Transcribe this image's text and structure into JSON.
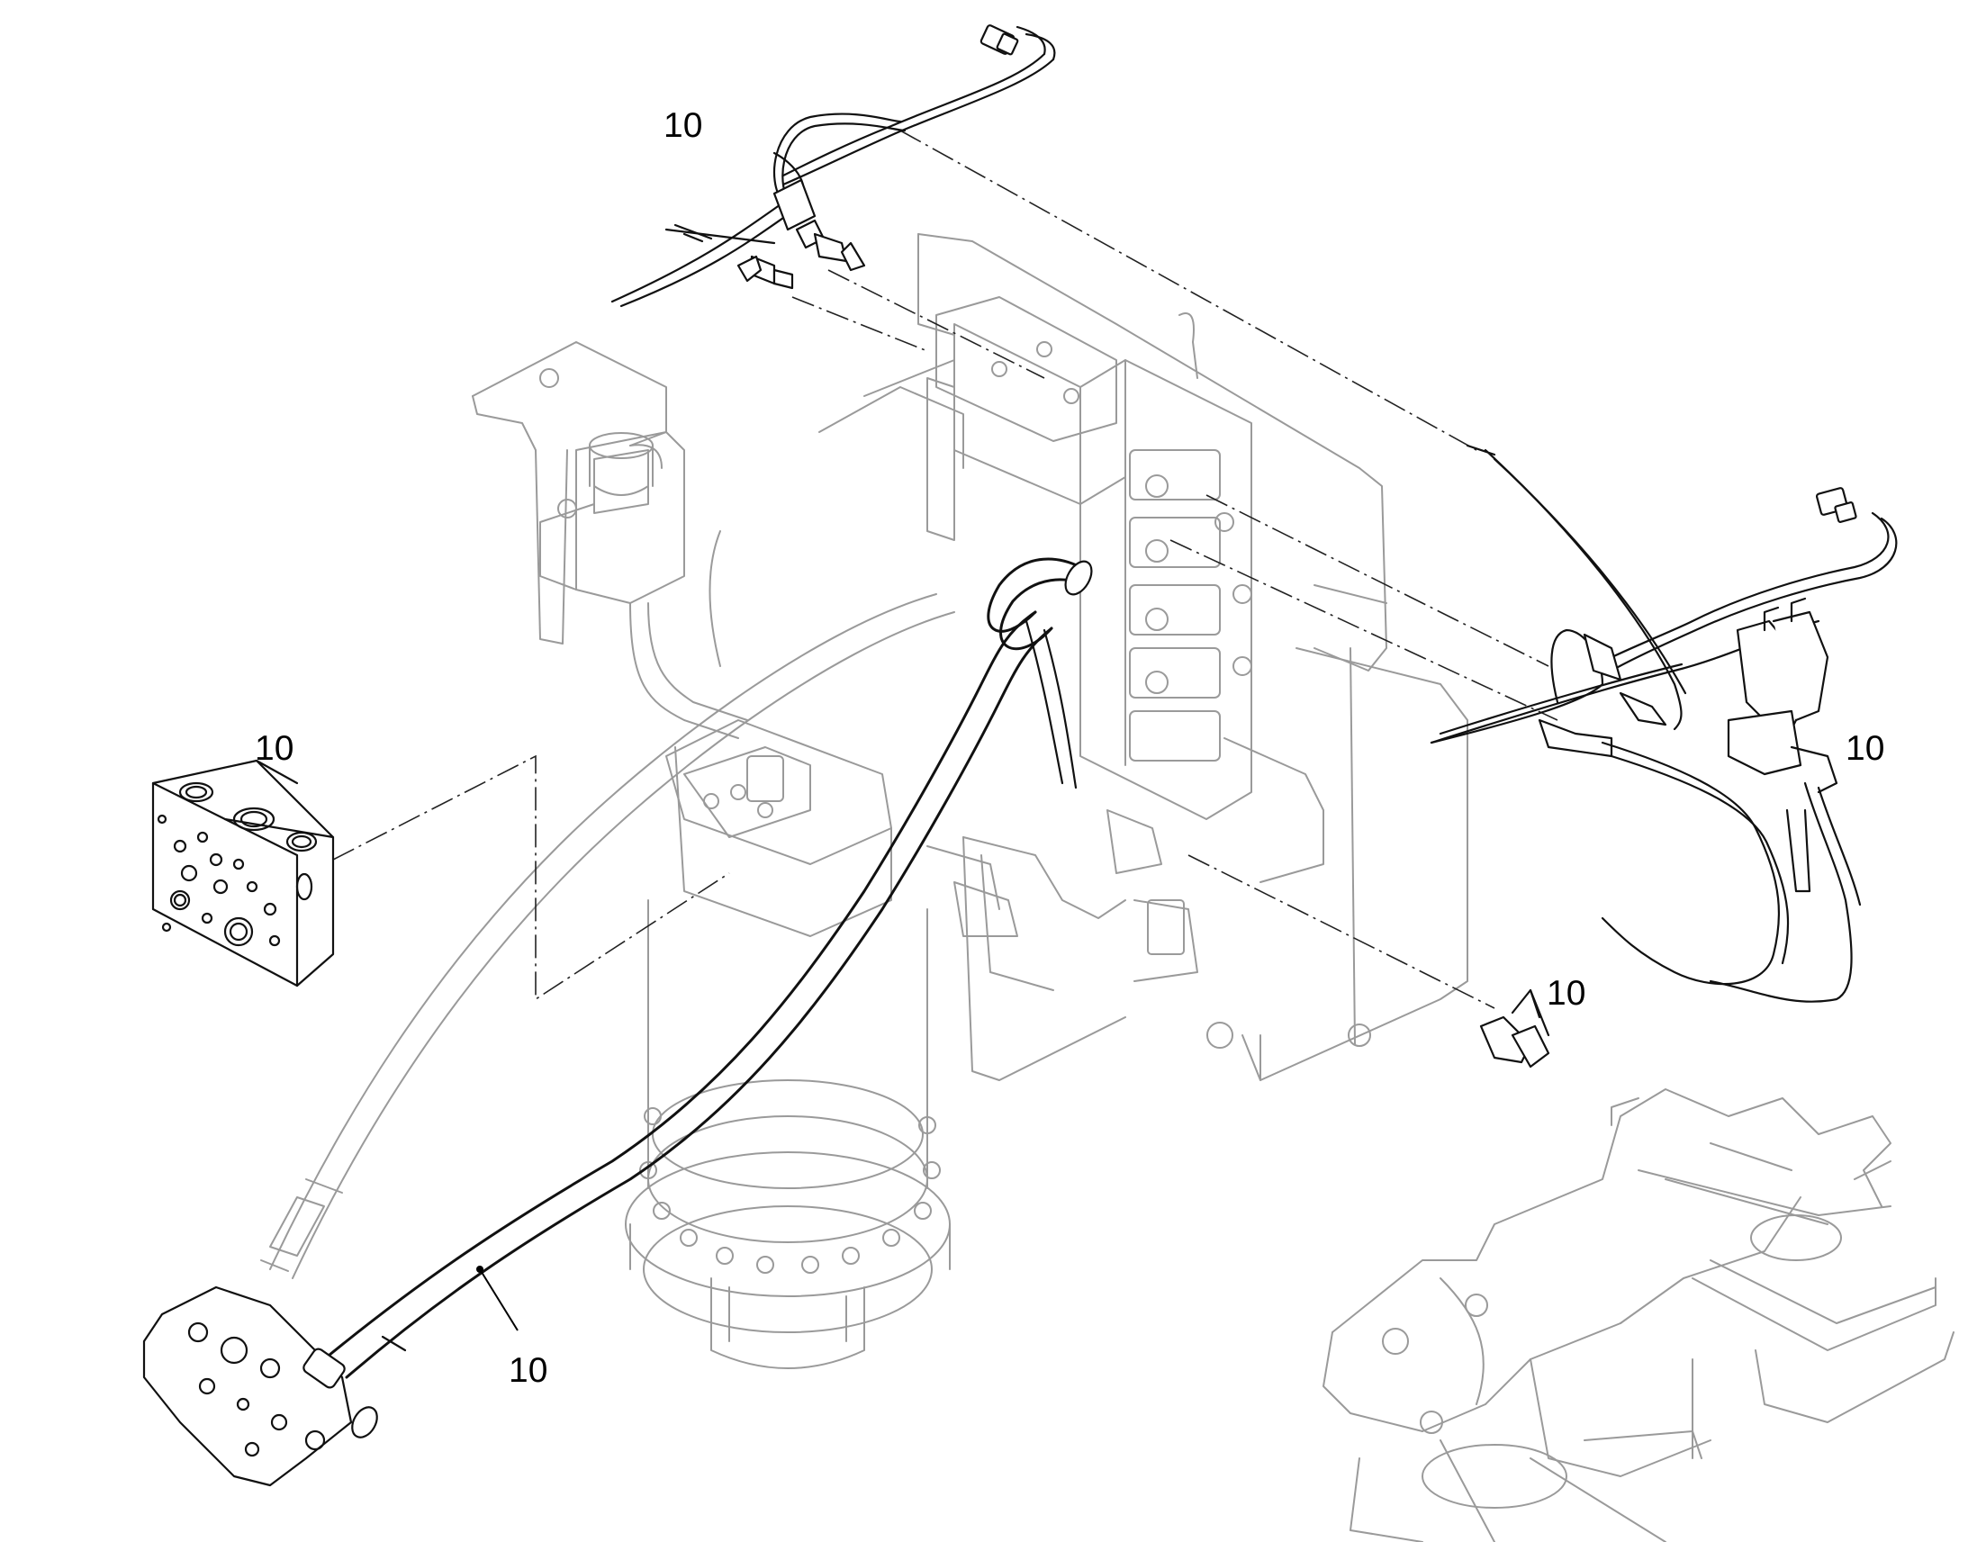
{
  "diagram": {
    "callouts": [
      {
        "id": "callout-top-harness",
        "label": "10"
      },
      {
        "id": "callout-valve-block",
        "label": "10"
      },
      {
        "id": "callout-right-harness",
        "label": "10"
      },
      {
        "id": "callout-plug",
        "label": "10"
      },
      {
        "id": "callout-hose",
        "label": "10"
      }
    ]
  }
}
